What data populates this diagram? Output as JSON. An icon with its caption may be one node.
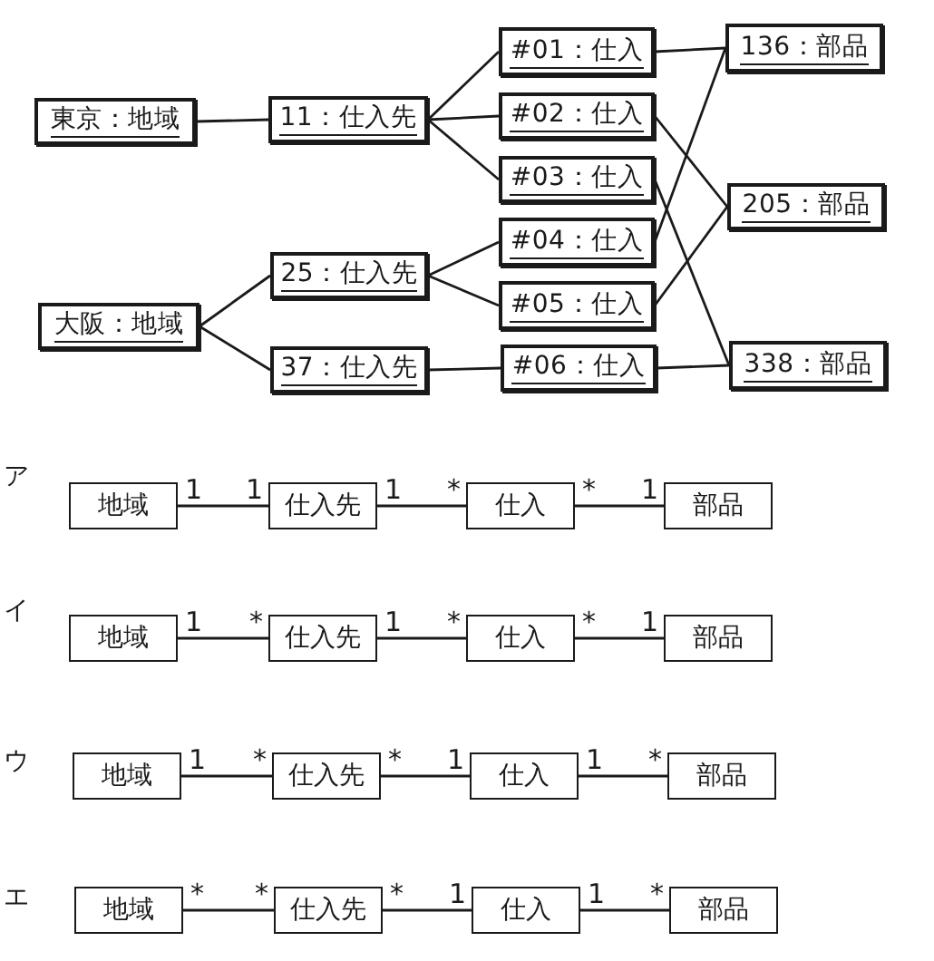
{
  "diagram": {
    "nodes": [
      {
        "text": [
          "東京：地域"
        ]
      },
      {
        "text": [
          "大阪：地域"
        ]
      },
      {
        "text": [
          "11：仕入先"
        ]
      },
      {
        "text": [
          "25：仕入先"
        ]
      },
      {
        "text": [
          "37：仕入先"
        ]
      },
      {
        "text": [
          "#01：仕入"
        ]
      },
      {
        "text": [
          "#02：仕入"
        ]
      },
      {
        "text": [
          "#03：仕入"
        ]
      },
      {
        "text": [
          "#04：仕入"
        ]
      },
      {
        "text": [
          "#05：仕入"
        ]
      },
      {
        "text": [
          "#06：仕入"
        ]
      },
      {
        "text": [
          "136：部品"
        ]
      },
      {
        "text": [
          "205：部品"
        ]
      },
      {
        "text": [
          "338：部品"
        ]
      },
      {
        "text": [
          "地域"
        ]
      },
      {
        "text": [
          "仕入先"
        ]
      },
      {
        "text": [
          "仕入"
        ]
      },
      {
        "text": [
          "部品"
        ]
      },
      {
        "text": [
          "地域"
        ]
      },
      {
        "text": [
          "仕入先"
        ]
      },
      {
        "text": [
          "仕入"
        ]
      },
      {
        "text": [
          "部品"
        ]
      },
      {
        "text": [
          "地域"
        ]
      },
      {
        "text": [
          "仕入先"
        ]
      },
      {
        "text": [
          "仕入"
        ]
      },
      {
        "text": [
          "部品"
        ]
      },
      {
        "text": [
          "地域"
        ]
      },
      {
        "text": [
          "仕入先"
        ]
      },
      {
        "text": [
          "仕入"
        ]
      },
      {
        "text": [
          "部品"
        ]
      }
    ],
    "edges": [
      {
        "from": 0,
        "to": 2,
        "arrow": "none"
      },
      {
        "from": 1,
        "to": 3,
        "arrow": "none"
      },
      {
        "from": 1,
        "to": 4,
        "arrow": "none"
      },
      {
        "from": 2,
        "to": 5,
        "arrow": "none"
      },
      {
        "from": 2,
        "to": 6,
        "arrow": "none"
      },
      {
        "from": 2,
        "to": 7,
        "arrow": "none"
      },
      {
        "from": 3,
        "to": 8,
        "arrow": "none"
      },
      {
        "from": 3,
        "to": 9,
        "arrow": "none"
      },
      {
        "from": 4,
        "to": 10,
        "arrow": "none"
      },
      {
        "from": 5,
        "to": 11,
        "arrow": "none"
      },
      {
        "from": 6,
        "to": 12,
        "arrow": "none"
      },
      {
        "from": 7,
        "to": 13,
        "arrow": "none"
      },
      {
        "from": 8,
        "to": 11,
        "arrow": "none"
      },
      {
        "from": 9,
        "to": 12,
        "arrow": "none"
      },
      {
        "from": 10,
        "to": 13,
        "arrow": "none"
      },
      {
        "from": 14,
        "to": 15,
        "arrow": "none"
      },
      {
        "from": 15,
        "to": 16,
        "arrow": "none"
      },
      {
        "from": 16,
        "to": 17,
        "arrow": "none"
      },
      {
        "from": 18,
        "to": 19,
        "arrow": "none"
      },
      {
        "from": 19,
        "to": 20,
        "arrow": "none"
      },
      {
        "from": 20,
        "to": 21,
        "arrow": "none"
      },
      {
        "from": 22,
        "to": 23,
        "arrow": "none"
      },
      {
        "from": 23,
        "to": 24,
        "arrow": "none"
      },
      {
        "from": 24,
        "to": 25,
        "arrow": "none"
      },
      {
        "from": 26,
        "to": 27,
        "arrow": "none"
      },
      {
        "from": 27,
        "to": 28,
        "arrow": "none"
      },
      {
        "from": 28,
        "to": 29,
        "arrow": "none"
      }
    ],
    "labels": [
      "ア",
      "1",
      "1",
      "1",
      "*",
      "*",
      "1",
      "イ",
      "1",
      "*",
      "1",
      "*",
      "*",
      "1",
      "ウ",
      "1",
      "*",
      "*",
      "1",
      "1",
      "*",
      "エ",
      "*",
      "*",
      "*",
      "1",
      "1",
      "*"
    ]
  }
}
